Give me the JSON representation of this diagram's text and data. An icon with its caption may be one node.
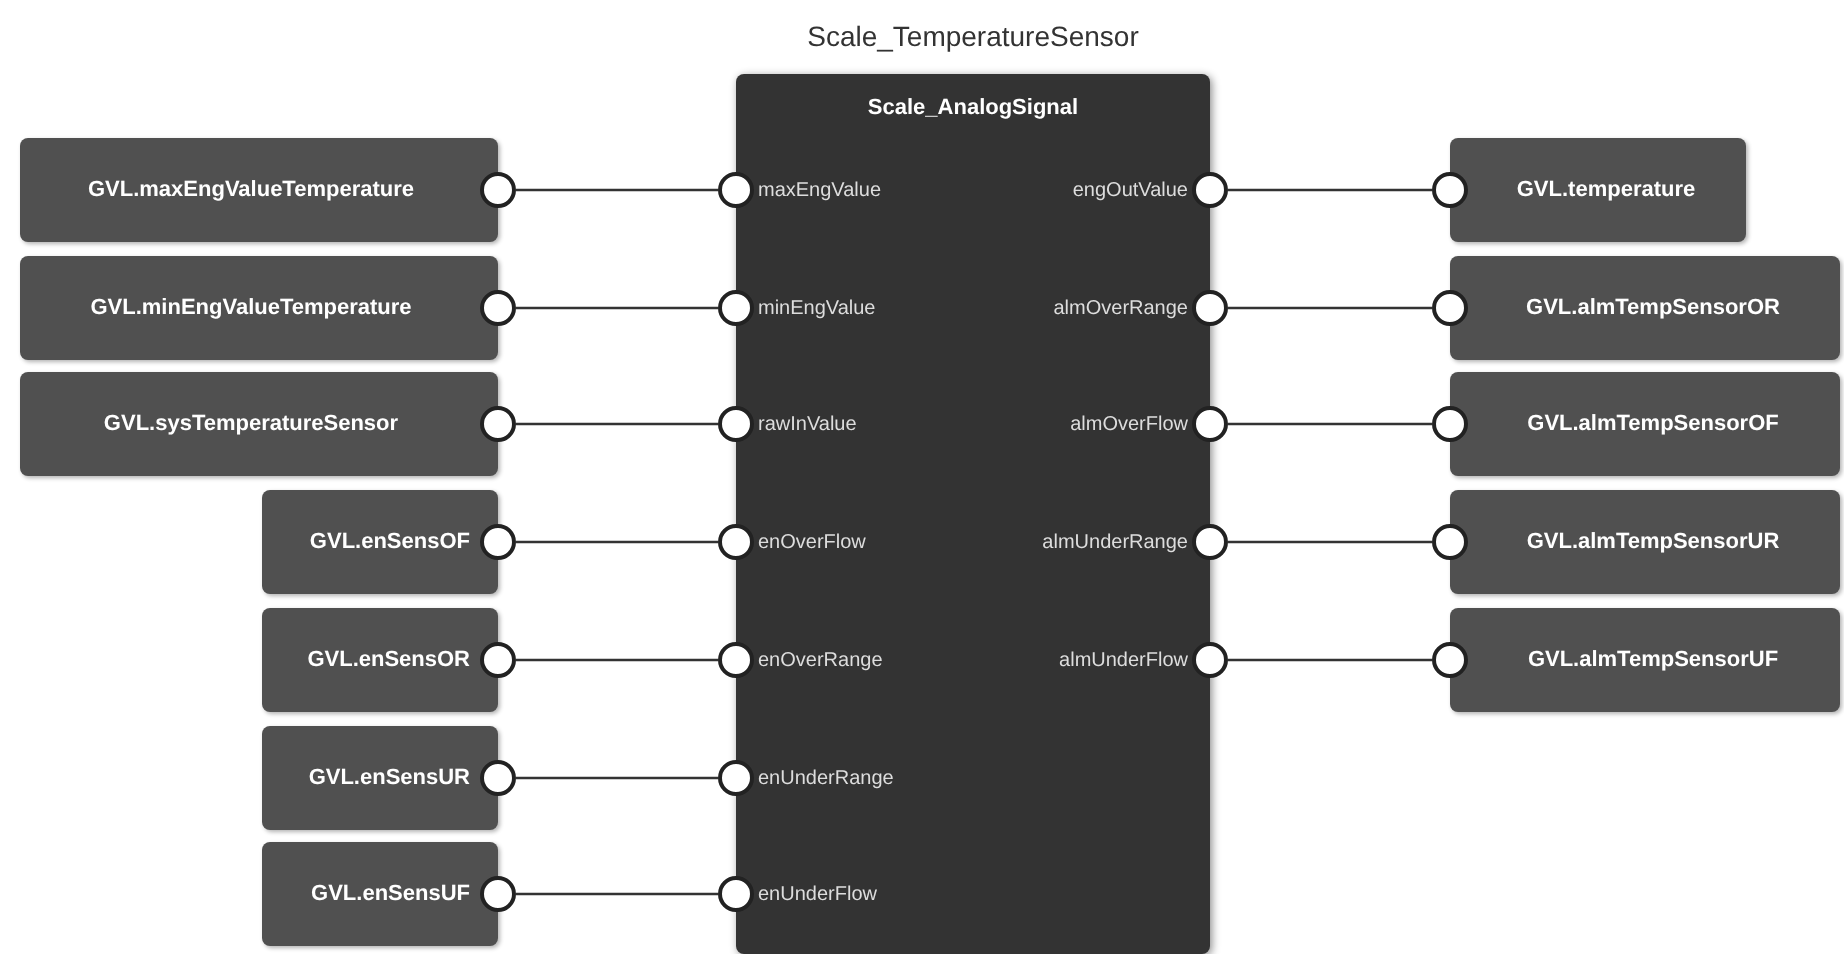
{
  "diagram": {
    "title": "Scale_TemperatureSensor",
    "nodes": [
      {
        "text": [
          "Scale_AnalogSignal"
        ]
      },
      {
        "text": [
          "maxEngValue"
        ],
        "in": 0
      },
      {
        "text": [
          "minEngValue"
        ],
        "in": 0
      },
      {
        "text": [
          "rawInValue"
        ],
        "in": 0
      },
      {
        "text": [
          "enOverFlow"
        ],
        "in": 0
      },
      {
        "text": [
          "enOverRange"
        ],
        "in": 0
      },
      {
        "text": [
          "enUnderRange"
        ],
        "in": 0
      },
      {
        "text": [
          "enUnderFlow"
        ],
        "in": 0
      },
      {
        "text": [
          "engOutValue"
        ],
        "in": 0
      },
      {
        "text": [
          "almOverRange"
        ],
        "in": 0
      },
      {
        "text": [
          "almOverFlow"
        ],
        "in": 0
      },
      {
        "text": [
          "almUnderRange"
        ],
        "in": 0
      },
      {
        "text": [
          "almUnderFlow"
        ],
        "in": 0
      },
      {
        "text": [
          "GVL.maxEngValueTemperature"
        ]
      },
      {
        "text": [
          "GVL.minEngValueTemperature"
        ]
      },
      {
        "text": [
          "GVL.sysTemperatureSensor"
        ]
      },
      {
        "text": [
          "GVL.enSensOF"
        ]
      },
      {
        "text": [
          "GVL.enSensOR"
        ]
      },
      {
        "text": [
          "GVL.enSensUR"
        ]
      },
      {
        "text": [
          "GVL.enSensUF"
        ]
      },
      {
        "text": [
          "GVL.temperature"
        ]
      },
      {
        "text": [
          "GVL.almTempSensorOR"
        ]
      },
      {
        "text": [
          "GVL.almTempSensorOF"
        ]
      },
      {
        "text": [
          "GVL.almTempSensorUR"
        ]
      },
      {
        "text": [
          "GVL.almTempSensorUF"
        ]
      }
    ],
    "edges": [
      {
        "from": 13,
        "to": 1,
        "arrow": "none"
      },
      {
        "from": 14,
        "to": 2,
        "arrow": "none"
      },
      {
        "from": 15,
        "to": 3,
        "arrow": "none"
      },
      {
        "from": 16,
        "to": 4,
        "arrow": "none"
      },
      {
        "from": 17,
        "to": 5,
        "arrow": "none"
      },
      {
        "from": 18,
        "to": 6,
        "arrow": "none"
      },
      {
        "from": 19,
        "to": 7,
        "arrow": "none"
      },
      {
        "from": 8,
        "to": 20,
        "arrow": "none"
      },
      {
        "from": 9,
        "to": 21,
        "arrow": "none"
      },
      {
        "from": 10,
        "to": 22,
        "arrow": "none"
      },
      {
        "from": 11,
        "to": 23,
        "arrow": "none"
      },
      {
        "from": 12,
        "to": 24,
        "arrow": "none"
      }
    ]
  }
}
